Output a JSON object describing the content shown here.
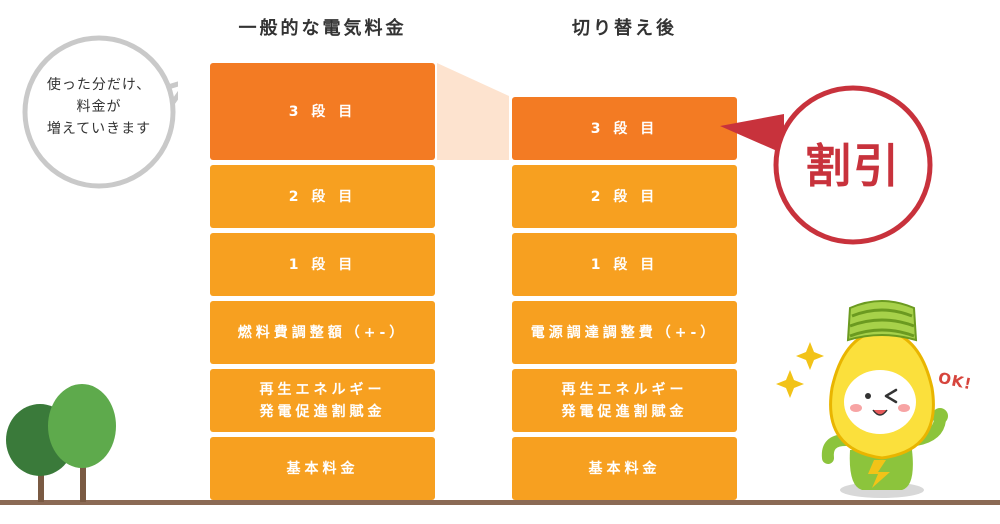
{
  "columns": {
    "left_title": "一般的な電気料金",
    "right_title": "切り替え後"
  },
  "left_blocks": [
    {
      "lines": [
        "3 段 目"
      ],
      "color": "#f37b23"
    },
    {
      "lines": [
        "2 段 目"
      ],
      "color": "#f7a020"
    },
    {
      "lines": [
        "1 段 目"
      ],
      "color": "#f7a020"
    },
    {
      "lines": [
        "燃料費調整額（+-）"
      ],
      "color": "#f7a020"
    },
    {
      "lines": [
        "再生エネルギー",
        "発電促進割賦金"
      ],
      "color": "#f7a020"
    },
    {
      "lines": [
        "基本料金"
      ],
      "color": "#f7a020"
    }
  ],
  "right_blocks": [
    {
      "lines": [
        "3 段 目"
      ],
      "color": "#f37b23"
    },
    {
      "lines": [
        "2 段 目"
      ],
      "color": "#f7a020"
    },
    {
      "lines": [
        "1 段 目"
      ],
      "color": "#f7a020"
    },
    {
      "lines": [
        "電源調達調整費（+-）"
      ],
      "color": "#f7a020"
    },
    {
      "lines": [
        "再生エネルギー",
        "発電促進割賦金"
      ],
      "color": "#f7a020"
    },
    {
      "lines": [
        "基本料金"
      ],
      "color": "#f7a020"
    }
  ],
  "bubbles": {
    "left_lines": [
      "使った分だけ、",
      "料金が",
      "増えていきます"
    ],
    "right_text": "割引"
  },
  "mascot": {
    "ok_text": "OK!"
  },
  "colors": {
    "accent_dark": "#f37b23",
    "accent": "#f7a020",
    "connector": "#fde3cf",
    "discount_red": "#c8323c",
    "bubble_gray": "#c9c9c9",
    "ground": "#8b6a55"
  }
}
